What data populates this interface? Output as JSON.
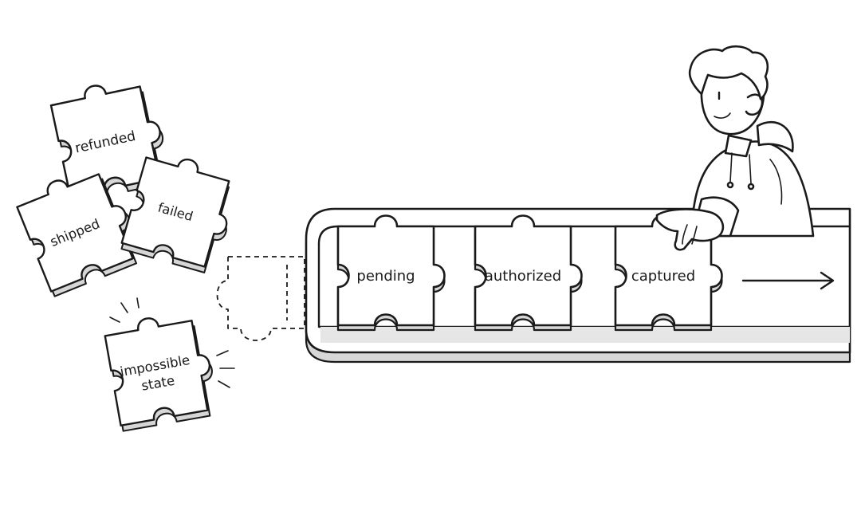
{
  "pieces": {
    "refunded": "refunded",
    "shipped": "shipped",
    "failed": "failed",
    "impossible_line1": "impossible",
    "impossible_line2": "state",
    "pending": "pending",
    "authorized": "authorized",
    "captured": "captured"
  },
  "colors": {
    "ink": "#1a1a1a",
    "paper": "#ffffff",
    "shadow": "#d6d6d6"
  },
  "icons": [
    "puzzle-piece-icon",
    "arrow-right-icon",
    "sparkle-lines-icon"
  ]
}
